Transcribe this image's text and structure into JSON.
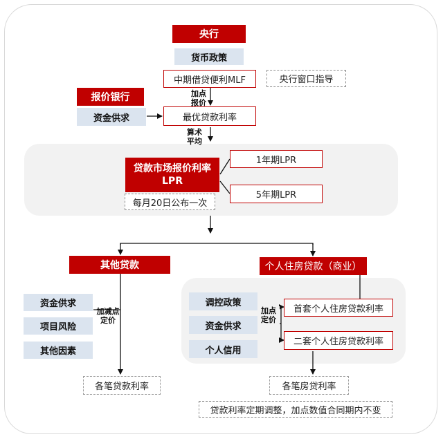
{
  "central_bank": "央行",
  "monetary_policy": "货币政策",
  "mlf": "中期借贷便利MLF",
  "window_guidance": "央行窗口指导",
  "quoting_banks": "报价银行",
  "funding_supply_demand": "资金供求",
  "add_points_quote": [
    "加点",
    "报价"
  ],
  "best_lending_rate": "最优贷款利率",
  "arithmetic_average": [
    "算术",
    "平均"
  ],
  "lpr": "贷款市场报价利率LPR",
  "lpr_1y": "1年期LPR",
  "lpr_5y": "5年期LPR",
  "publish_schedule": "每月20日公布一次",
  "other_loans": {
    "title": "其他贷款",
    "factors": [
      "资金供求",
      "项目风险",
      "其他因素"
    ],
    "pricing_note": [
      "加减点",
      "定价"
    ],
    "result": "各笔贷款利率"
  },
  "mortgage": {
    "title": "个人住房贷款（商业）",
    "factors": [
      "调控政策",
      "资金供求",
      "个人信用"
    ],
    "pricing_note": [
      "加点",
      "定价"
    ],
    "first_home": "首套个人住房贷款利率",
    "second_home": "二套个人住房贷款利率",
    "result": "各笔房贷利率"
  },
  "footnote": "贷款利率定期调整，加点数值合同期内不变",
  "colors": {
    "accent_red": "#c00000",
    "factor_blue": "#dbe4ef",
    "panel_grey": "#f2f2f2"
  }
}
